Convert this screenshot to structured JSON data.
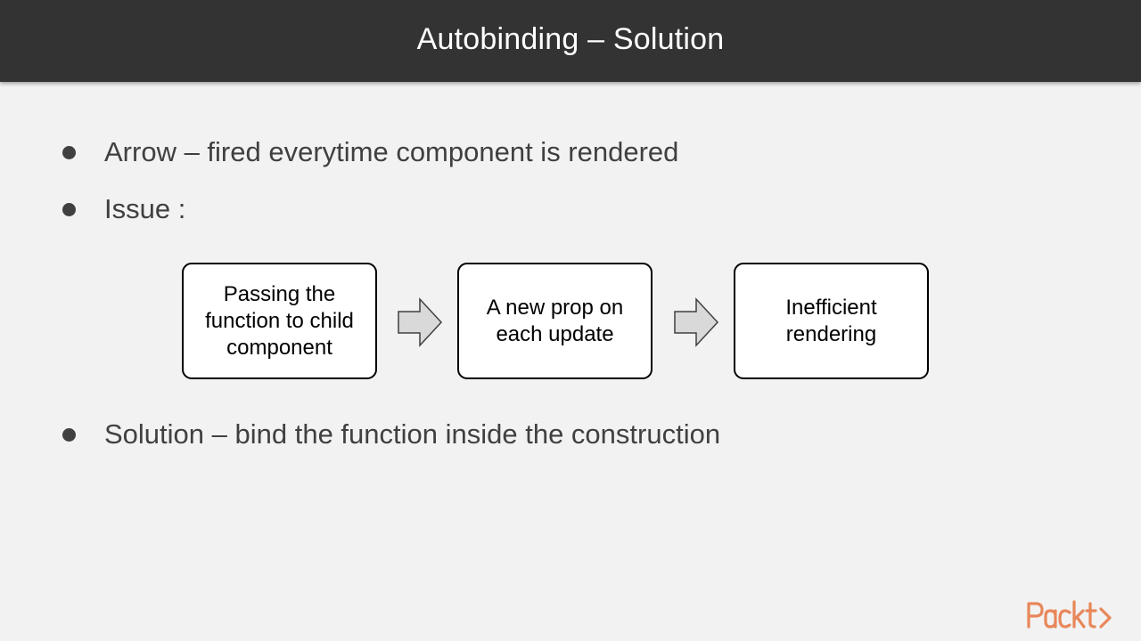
{
  "slide": {
    "title": "Autobinding – Solution",
    "bullets": [
      "Arrow – fired everytime component is rendered",
      "Issue :",
      "Solution – bind the function inside the construction"
    ],
    "flow": [
      "Passing the function to child component",
      "A new prop on each update",
      "Inefficient rendering"
    ],
    "logo_text": "Packt>",
    "colors": {
      "title_bar": "#333333",
      "background": "#f2f2f2",
      "body_text": "#404040",
      "arrow_fill": "#d9d9d9",
      "logo": "#e8875a"
    },
    "icons": {
      "flow_arrow": "right-arrow-icon",
      "bullet": "bullet-dot-icon"
    }
  }
}
